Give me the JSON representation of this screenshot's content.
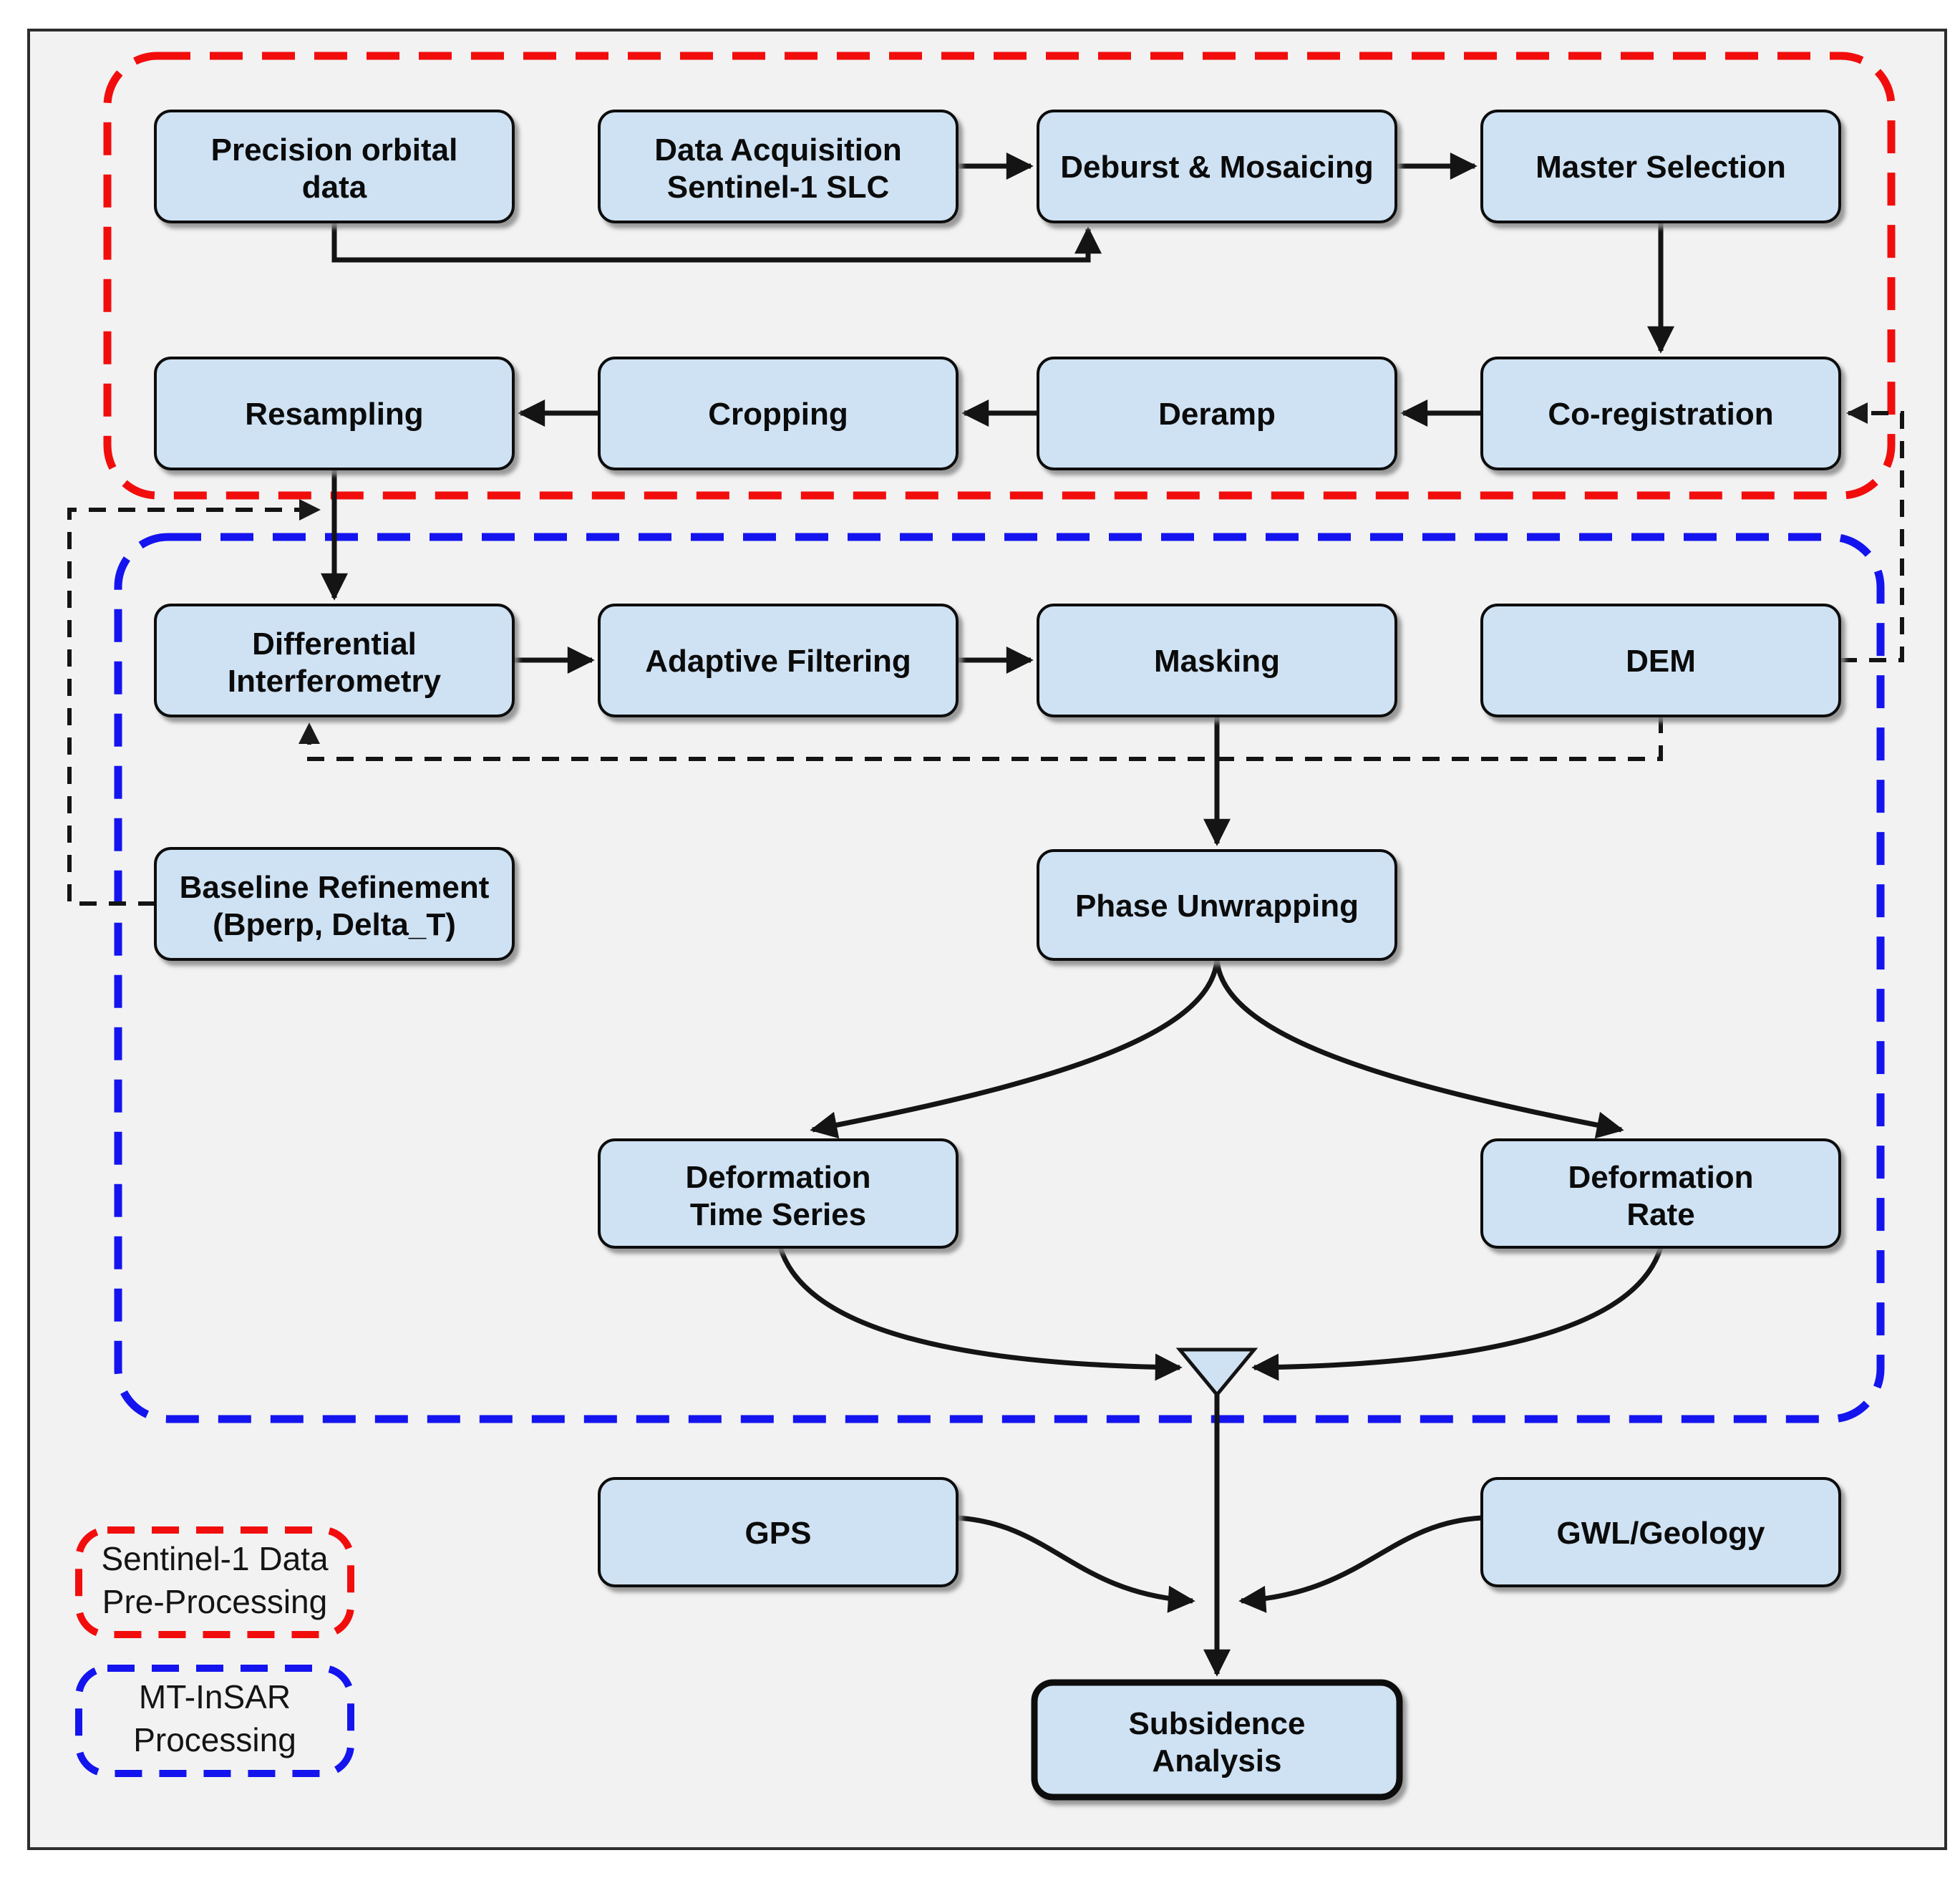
{
  "diagram": {
    "type": "flowchart",
    "nodes": {
      "precision_orbital": {
        "lines": [
          "Precision orbital",
          "data"
        ]
      },
      "data_acquisition": {
        "lines": [
          "Data Acquisition",
          "Sentinel-1 SLC"
        ]
      },
      "deburst_mosaicing": {
        "lines": [
          "Deburst & Mosaicing"
        ]
      },
      "master_selection": {
        "lines": [
          "Master Selection"
        ]
      },
      "resampling": {
        "lines": [
          "Resampling"
        ]
      },
      "cropping": {
        "lines": [
          "Cropping"
        ]
      },
      "deramp": {
        "lines": [
          "Deramp"
        ]
      },
      "co_registration": {
        "lines": [
          "Co-registration"
        ]
      },
      "differential_interferometry": {
        "lines": [
          "Differential",
          "Interferometry"
        ]
      },
      "adaptive_filtering": {
        "lines": [
          "Adaptive Filtering"
        ]
      },
      "masking": {
        "lines": [
          "Masking"
        ]
      },
      "dem": {
        "lines": [
          "DEM"
        ]
      },
      "baseline_refinement": {
        "lines": [
          "Baseline Refinement",
          "(Bperp, Delta_T)"
        ]
      },
      "phase_unwrapping": {
        "lines": [
          "Phase Unwrapping"
        ]
      },
      "deformation_time_series": {
        "lines": [
          "Deformation",
          "Time Series"
        ]
      },
      "deformation_rate": {
        "lines": [
          "Deformation",
          "Rate"
        ]
      },
      "gps": {
        "lines": [
          "GPS"
        ]
      },
      "gwl_geology": {
        "lines": [
          "GWL/Geology"
        ]
      },
      "subsidence_analysis": {
        "lines": [
          "Subsidence",
          "Analysis"
        ]
      }
    },
    "legend": {
      "items": [
        {
          "lines": [
            "Sentinel-1 Data",
            "Pre-Processing"
          ],
          "color": "#f20d0d"
        },
        {
          "lines": [
            "MT-InSAR",
            "Processing"
          ],
          "color": "#1414ee"
        }
      ]
    },
    "colors": {
      "preprocessing_red": "#f20d0d",
      "mtinsar_blue": "#1414ee",
      "node_fill": "#cfe2f3",
      "node_stroke": "#0d0d0d",
      "connector": "#141414",
      "background": "#f2f2f2",
      "frame_border": "#2d2d2d"
    }
  }
}
